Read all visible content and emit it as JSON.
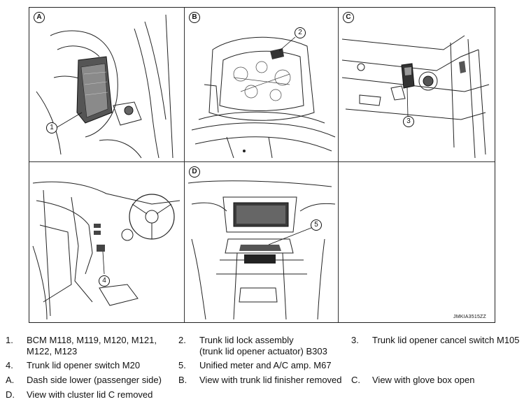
{
  "figure": {
    "code": "JMKIA3515ZZ",
    "panels": [
      {
        "letter": "A",
        "callouts": [
          "1"
        ]
      },
      {
        "letter": "B",
        "callouts": [
          "2"
        ]
      },
      {
        "letter": "C",
        "callouts": [
          "3"
        ]
      },
      {
        "letter": "",
        "callouts": [
          "4"
        ]
      },
      {
        "letter": "D",
        "callouts": [
          "5"
        ]
      },
      {
        "letter": "",
        "callouts": []
      }
    ]
  },
  "legend": [
    {
      "key": "1.",
      "text": "BCM M118, M119, M120, M121,\nM122, M123"
    },
    {
      "key": "2.",
      "text": "Trunk lid lock assembly\n(trunk lid opener actuator) B303"
    },
    {
      "key": "3.",
      "text": "Trunk lid opener cancel switch M105"
    },
    {
      "key": "4.",
      "text": "Trunk lid opener switch M20"
    },
    {
      "key": "5.",
      "text": "Unified meter and A/C amp. M67"
    },
    {
      "key": "A.",
      "text": "Dash side lower (passenger side)"
    },
    {
      "key": "B.",
      "text": "View with trunk lid finisher removed"
    },
    {
      "key": "C.",
      "text": "View with glove box open"
    },
    {
      "key": "D.",
      "text": "View with cluster lid C removed"
    }
  ]
}
